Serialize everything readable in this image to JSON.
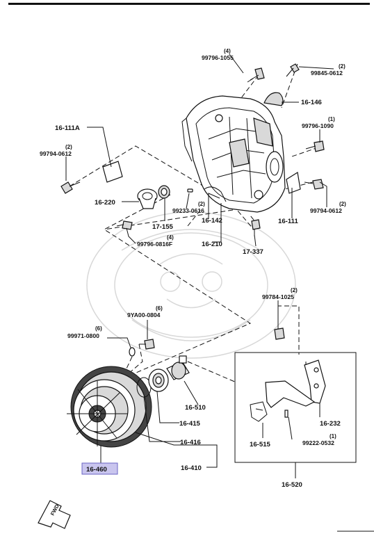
{
  "diagram": {
    "fwd_label": "FWD",
    "callouts": {
      "p1": {
        "qty": "(4)",
        "part": "99796-1055"
      },
      "p2": {
        "qty": "(2)",
        "part": "99845-0612"
      },
      "p3": {
        "qty": "",
        "part": "16-146"
      },
      "p4": {
        "qty": "(1)",
        "part": "99796-1090"
      },
      "p5": {
        "qty": "",
        "part": "16-111A"
      },
      "p6": {
        "qty": "(2)",
        "part": "99794-0612"
      },
      "p7": {
        "qty": "(2)",
        "part": "99794-0612"
      },
      "p8": {
        "qty": "",
        "part": "16-220"
      },
      "p9": {
        "qty": "(2)",
        "part": "99233-0616"
      },
      "p10": {
        "qty": "",
        "part": "16-142"
      },
      "p11": {
        "qty": "",
        "part": "16-111"
      },
      "p12": {
        "qty": "",
        "part": "17-155"
      },
      "p13": {
        "qty": "(4)",
        "part": "99796-0816F"
      },
      "p14": {
        "qty": "",
        "part": "16-210"
      },
      "p15": {
        "qty": "",
        "part": "17-337"
      },
      "p16": {
        "qty": "(2)",
        "part": "99784-1025"
      },
      "p17": {
        "qty": "(6)",
        "part": "9YA00-0804"
      },
      "p18": {
        "qty": "(6)",
        "part": "99971-0800"
      },
      "p19": {
        "qty": "",
        "part": "16-510"
      },
      "p20": {
        "qty": "",
        "part": "16-232"
      },
      "p21": {
        "qty": "",
        "part": "16-415"
      },
      "p22": {
        "qty": "",
        "part": "16-416"
      },
      "p23": {
        "qty": "",
        "part": "16-515"
      },
      "p24": {
        "qty": "(1)",
        "part": "99222-0532"
      },
      "p25": {
        "qty": "",
        "part": "16-460"
      },
      "p26": {
        "qty": "",
        "part": "16-410"
      },
      "p27": {
        "qty": "",
        "part": "16-520"
      }
    }
  }
}
